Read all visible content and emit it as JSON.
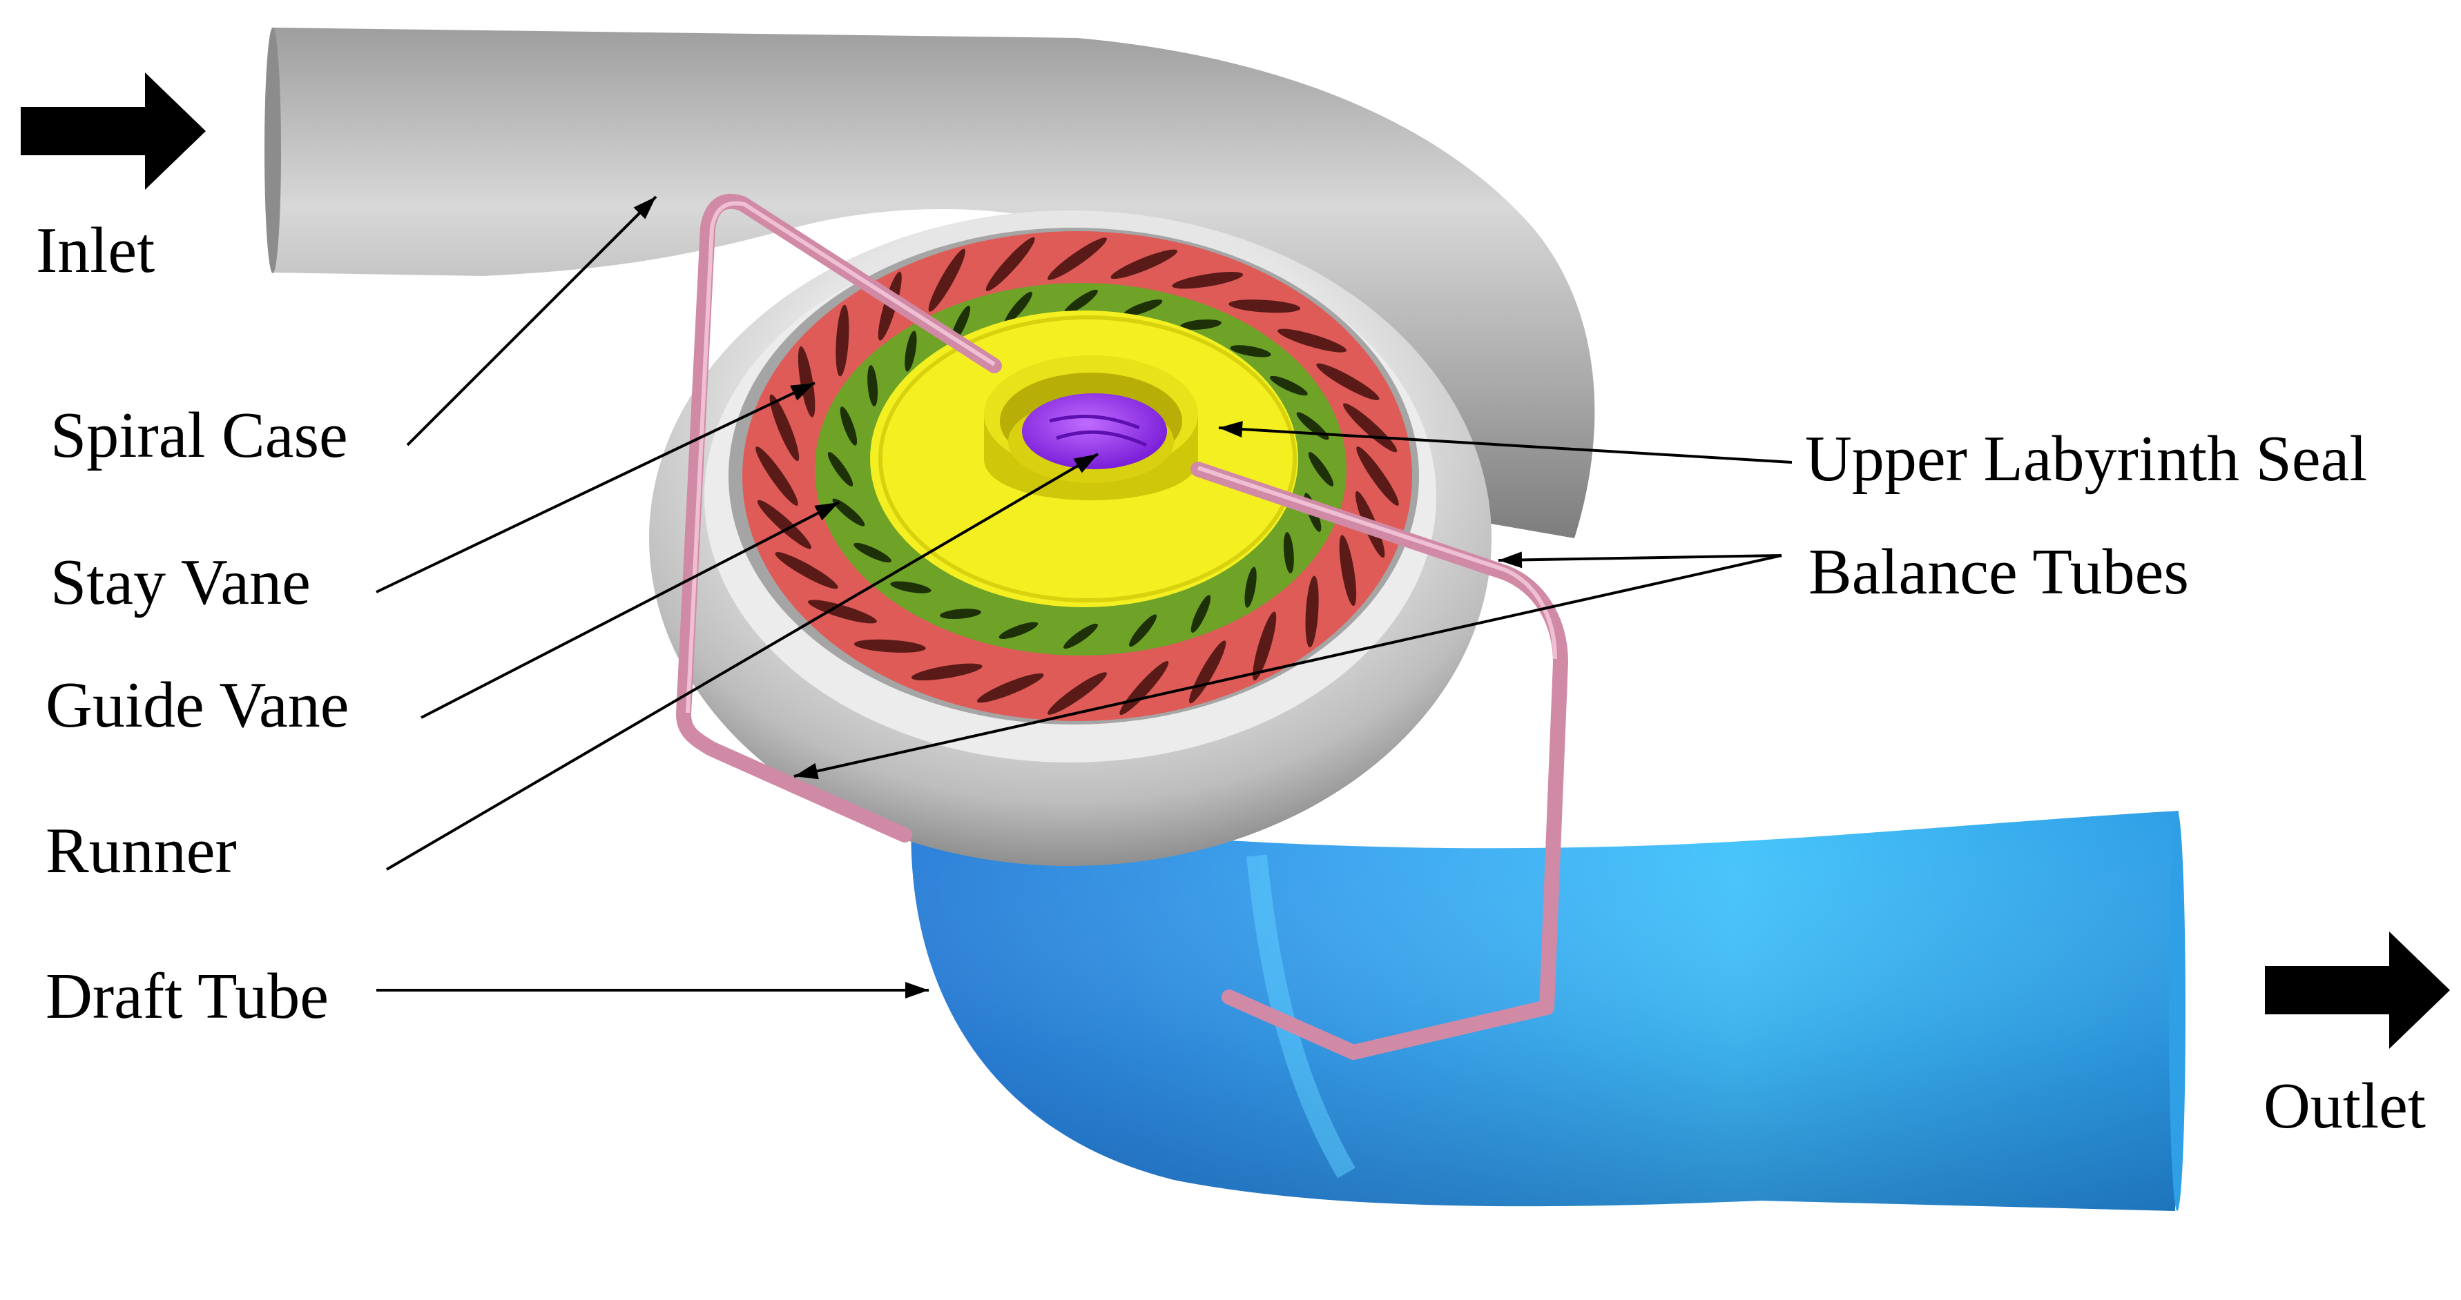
{
  "labels": {
    "inlet": "Inlet",
    "outlet": "Outlet",
    "spiral_case": "Spiral Case",
    "stay_vane": "Stay Vane",
    "guide_vane": "Guide Vane",
    "runner": "Runner",
    "draft_tube": "Draft Tube",
    "upper_labyrinth_seal": "Upper Labyrinth Seal",
    "balance_tubes": "Balance Tubes"
  },
  "colors": {
    "spiral_case": "#c9c9c9",
    "stay_vane": "#de5b57",
    "guide_vane": "#6ea328",
    "runner_crown": "#f4ef21",
    "runner_eye": "#9b2ef0",
    "balance_tubes": "#d18aa6",
    "draft_tube": "#2f8fe6",
    "arrow": "#000000"
  }
}
